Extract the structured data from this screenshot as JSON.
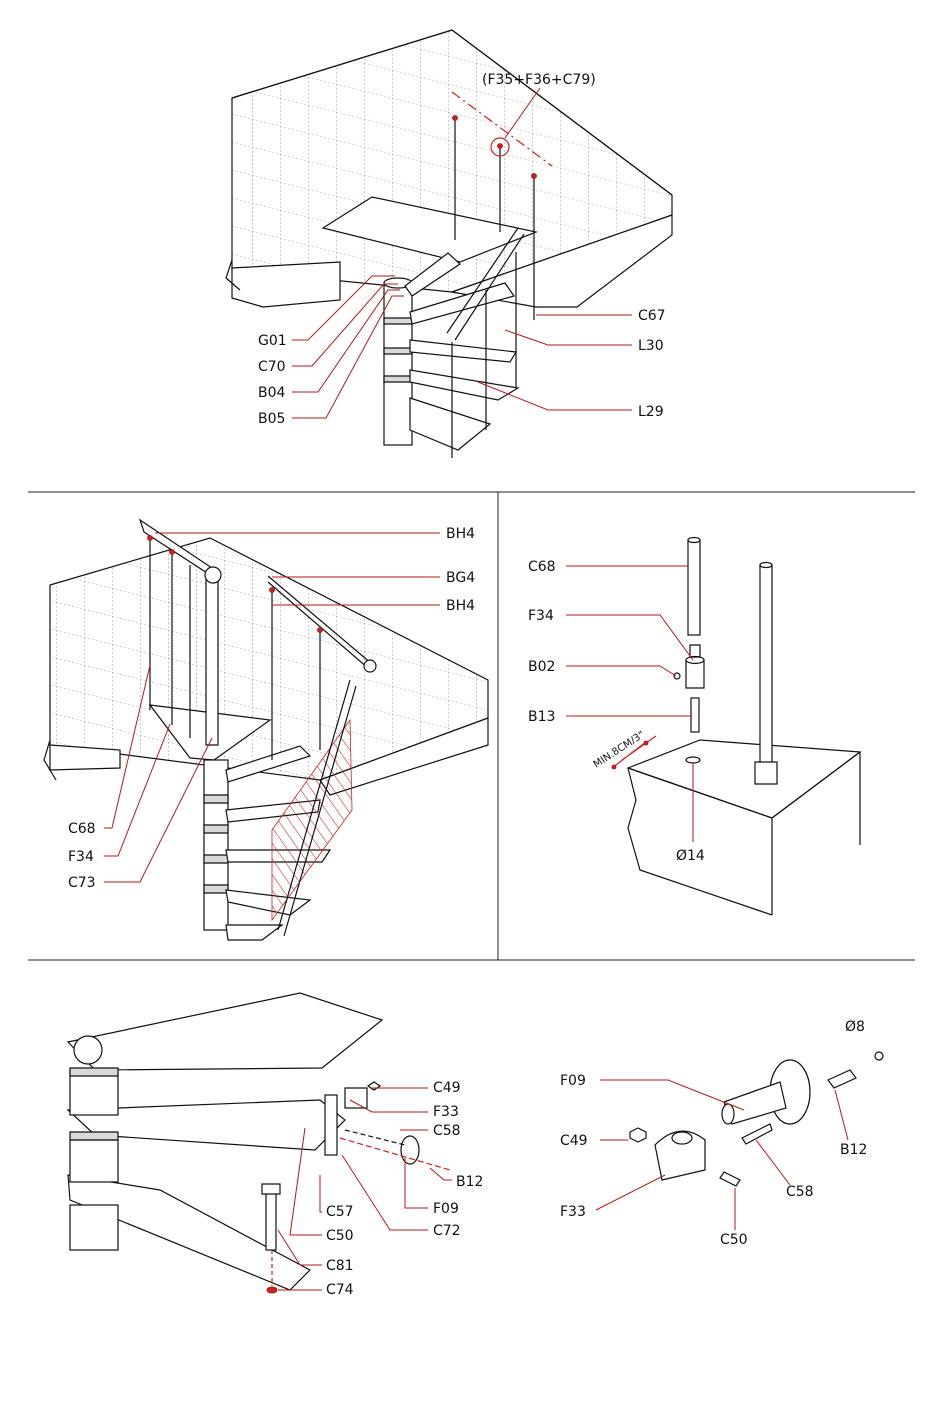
{
  "colors": {
    "accent": "#d01f1f",
    "line": "#111111"
  },
  "panel1": {
    "callout": "(F35+F36+C79)",
    "labels_left": [
      "G01",
      "C70",
      "B04",
      "B05"
    ],
    "labels_right": [
      "C67",
      "L30",
      "L29"
    ]
  },
  "panel2": {
    "labels_right": [
      "BH4",
      "BG4",
      "BH4"
    ],
    "labels_left": [
      "C68",
      "F34",
      "C73"
    ]
  },
  "panel3": {
    "labels": [
      "C68",
      "F34",
      "B02",
      "B13"
    ],
    "min_distance": "MIN.8CM/3\"",
    "hole_diameter": "Ø14"
  },
  "panel4": {
    "labels_right": [
      "C49",
      "F33",
      "C58",
      "B12",
      "F09",
      "C72"
    ],
    "labels_bottom": [
      "C57",
      "C50",
      "C81",
      "C74"
    ]
  },
  "panel5": {
    "labels": [
      "Ø8",
      "F09",
      "C49",
      "B12",
      "C58",
      "F33",
      "C50"
    ]
  }
}
